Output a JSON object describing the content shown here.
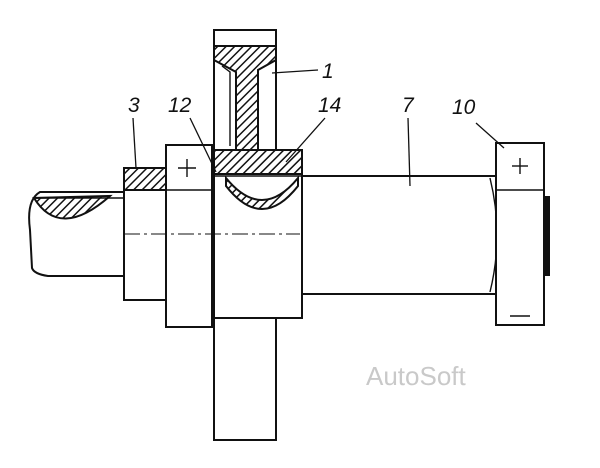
{
  "callouts": {
    "c1": "1",
    "c3": "3",
    "c12": "12",
    "c14": "14",
    "c7": "7",
    "c10": "10"
  },
  "watermark": "AutoSoft",
  "colors": {
    "line": "#111111",
    "watermark": "#c9c9c9",
    "background": "#ffffff"
  }
}
